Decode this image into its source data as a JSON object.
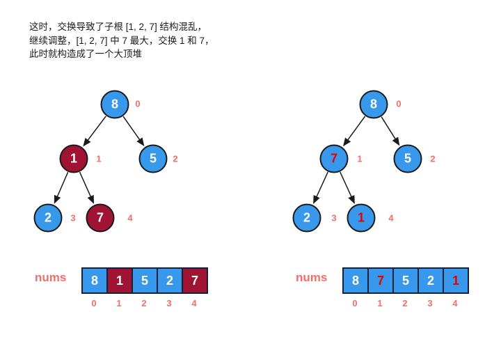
{
  "annotation": {
    "lines": [
      "这时，交换导致了子根 [1, 2, 7] 结构混乱，",
      "继续调整，[1, 2, 7] 中 7 最大，交换 1 和 7，",
      "此时就构造成了一个大顶堆"
    ]
  },
  "colors": {
    "node_blue": "#3899EC",
    "node_dark_red": "#A11332",
    "highlight_text_red": "#E60000",
    "index_salmon": "#F56C6C",
    "cell_border_dark": "#132238",
    "edge_black": "#1a1a1a"
  },
  "left_tree": {
    "nodes": [
      {
        "value": "8",
        "index": "0"
      },
      {
        "value": "1",
        "index": "1"
      },
      {
        "value": "5",
        "index": "2"
      },
      {
        "value": "2",
        "index": "3"
      },
      {
        "value": "7",
        "index": "4"
      }
    ]
  },
  "right_tree": {
    "nodes": [
      {
        "value": "8",
        "index": "0"
      },
      {
        "value": "7",
        "index": "1"
      },
      {
        "value": "5",
        "index": "2"
      },
      {
        "value": "2",
        "index": "3"
      },
      {
        "value": "1",
        "index": "4"
      }
    ]
  },
  "left_array": {
    "label": "nums",
    "values": [
      "8",
      "1",
      "5",
      "2",
      "7"
    ],
    "indices": [
      "0",
      "1",
      "2",
      "3",
      "4"
    ]
  },
  "right_array": {
    "label": "nums",
    "values": [
      "8",
      "7",
      "5",
      "2",
      "1"
    ],
    "indices": [
      "0",
      "1",
      "2",
      "3",
      "4"
    ]
  }
}
